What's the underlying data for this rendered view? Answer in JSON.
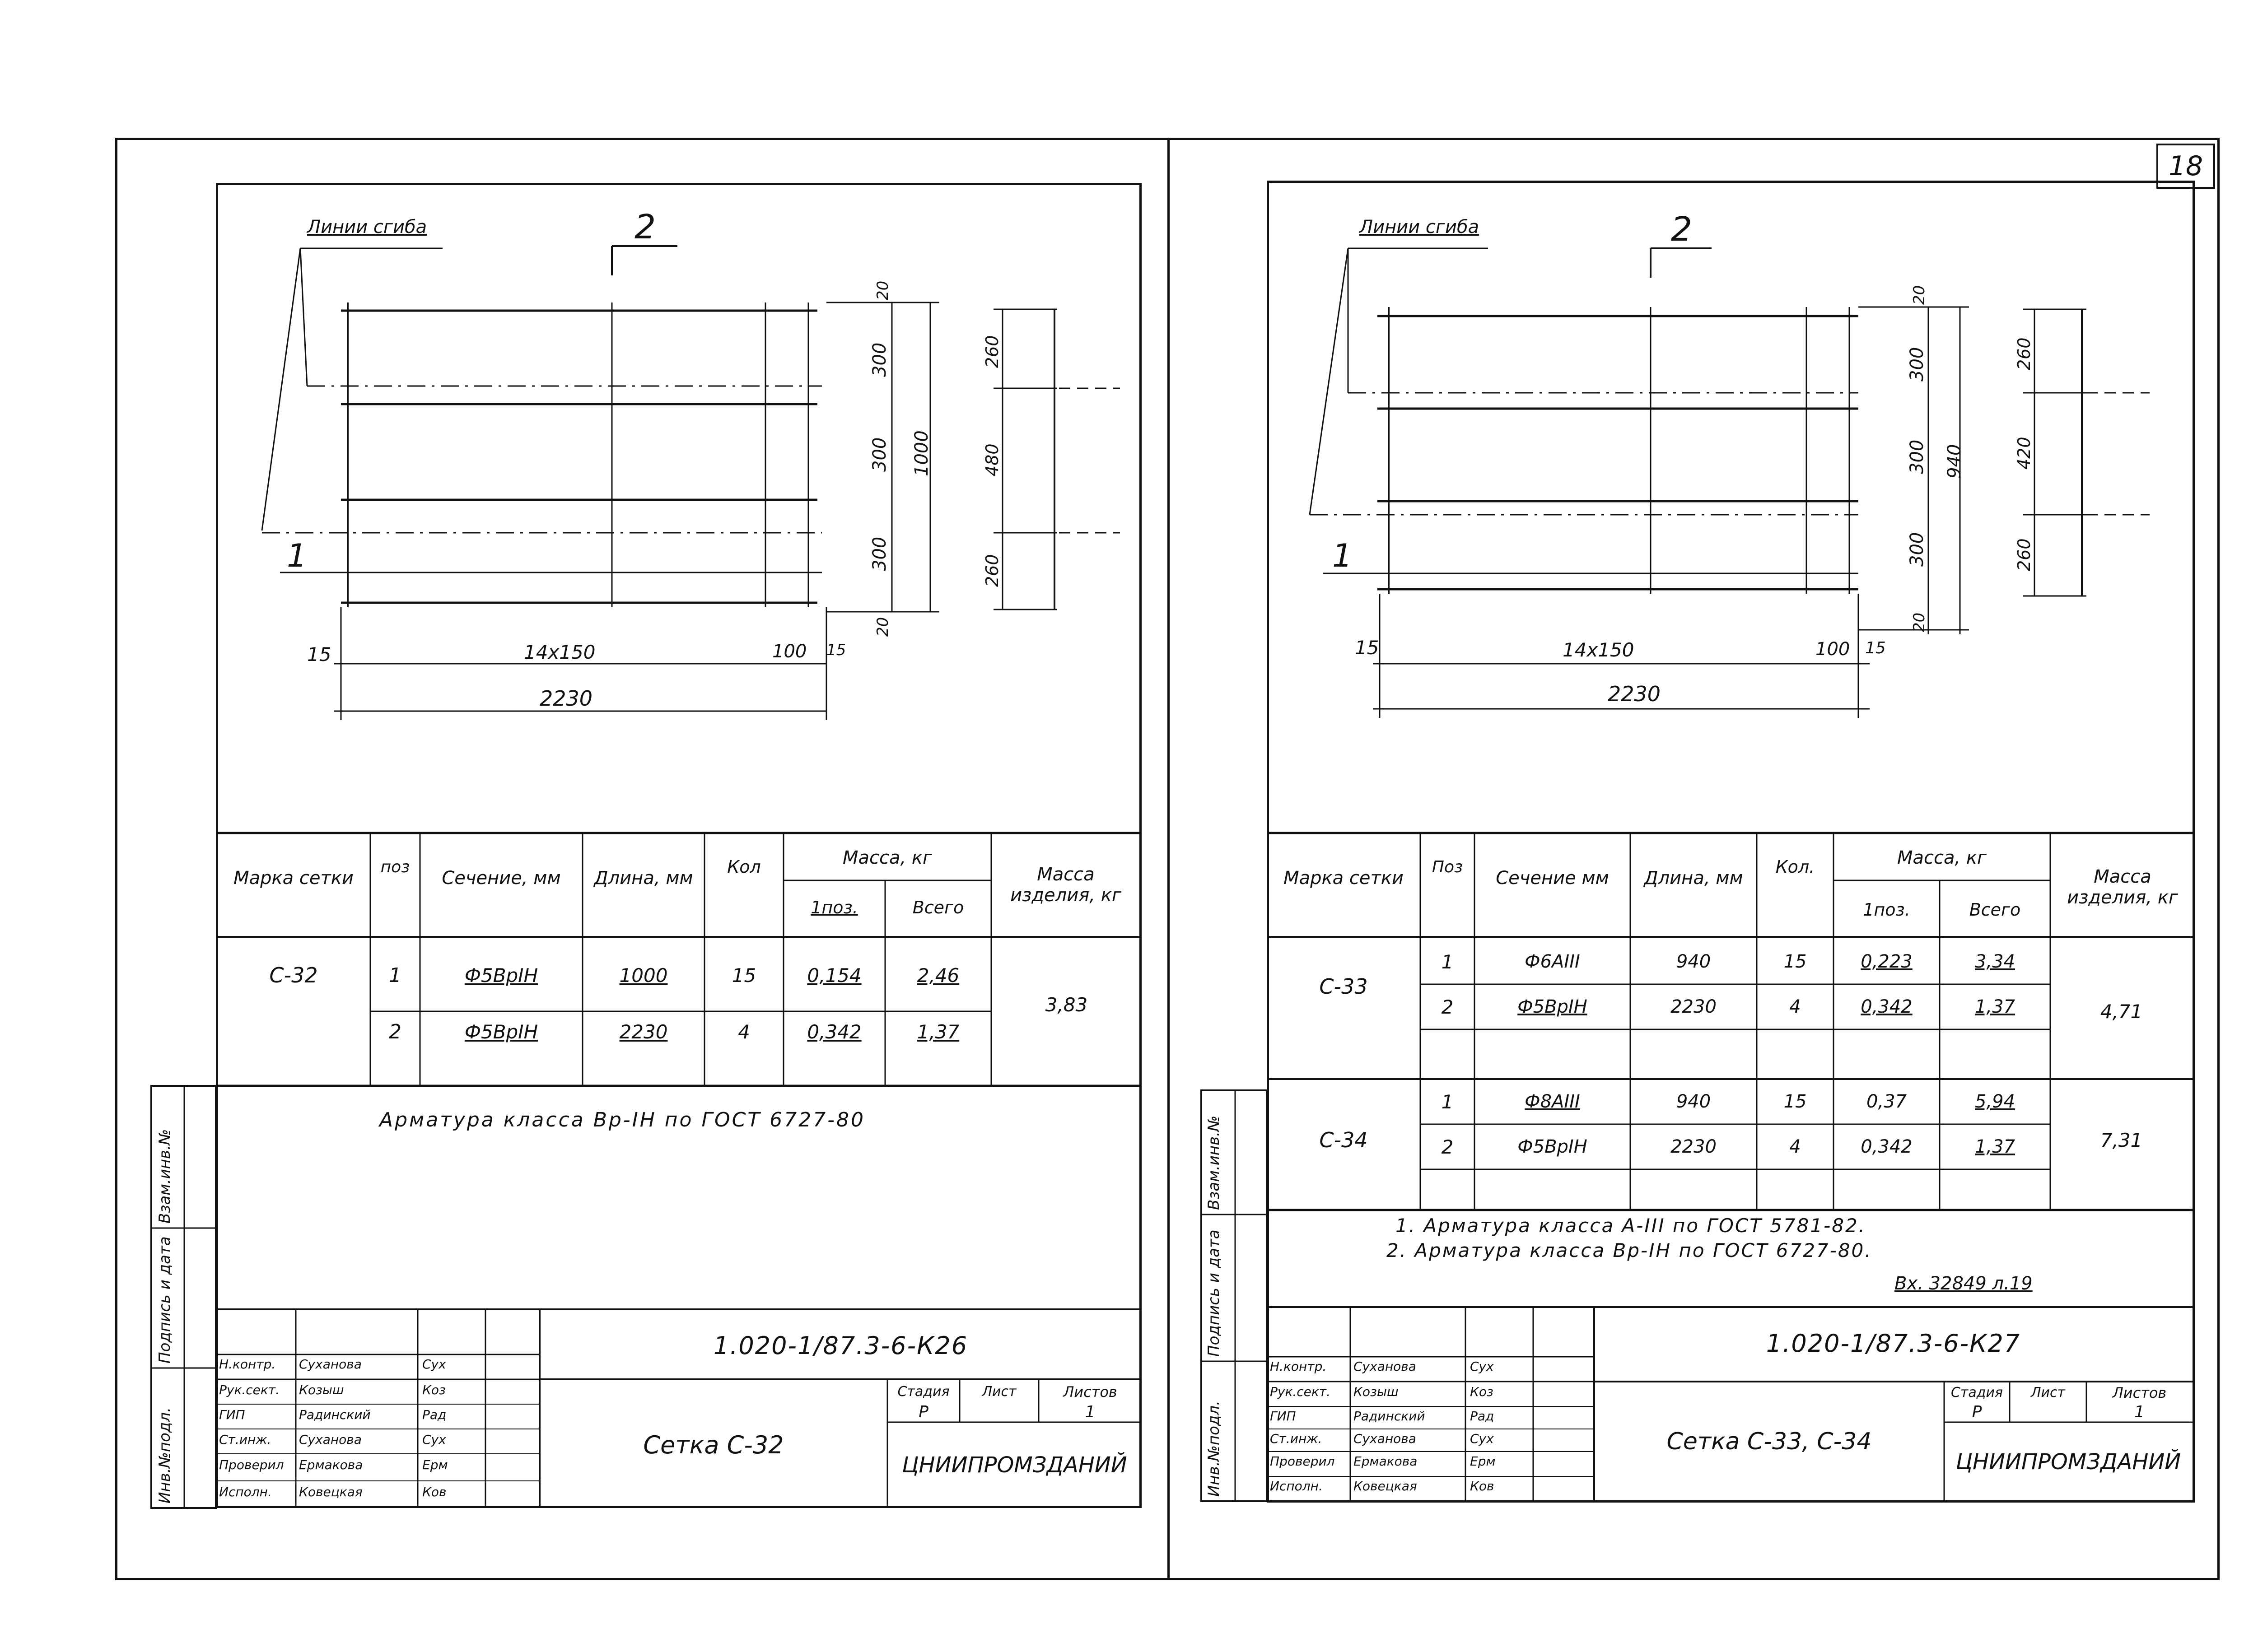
{
  "page_number": "18",
  "left": {
    "drawing": {
      "callout_bend_line": "Линии сгиба",
      "section_label": "2",
      "position_label": "1",
      "dim_15": "15",
      "dim_bar_spacing": "14x150",
      "dim_100": "100",
      "dim_15_right": "15",
      "dim_total_length": "2230",
      "dim_20_top": "20",
      "dim_300_a": "300",
      "dim_300_b": "300",
      "dim_300_c": "300",
      "dim_20_bottom": "20",
      "dim_total_width": "1000",
      "dim_section_260_top": "260",
      "dim_section_480": "480",
      "dim_section_260_bottom": "260"
    },
    "table": {
      "headers": {
        "mark": "Марка сетки",
        "pos": "поз",
        "section": "Сечение, мм",
        "length": "Длина, мм",
        "qty": "Кол",
        "mass": "Масса, кг",
        "mass_one": "1поз.",
        "mass_all": "Всего",
        "mass_item": "Масса изделия, кг"
      },
      "rows": [
        {
          "mark": "С-32",
          "pos": "1",
          "section": "Ф5ВрIН",
          "length": "1000",
          "qty": "15",
          "one": "0,154",
          "all": "2,46",
          "item": "3,83"
        },
        {
          "mark": "",
          "pos": "2",
          "section": "Ф5ВрIН",
          "length": "2230",
          "qty": "4",
          "one": "0,342",
          "all": "1,37",
          "item": ""
        }
      ]
    },
    "note": "Арматура класса Вр-IН по ГОСТ 6727-80",
    "side_labels": [
      "Инв.№подл.",
      "Подпись и дата",
      "Взам.инв.№"
    ],
    "title_block": {
      "code": "1.020-1/87.3-6-К26",
      "title": "Сетка С-32",
      "stage_header": "Стадия",
      "sheet_header": "Лист",
      "sheets_header": "Листов",
      "stage": "Р",
      "sheets": "1",
      "org": "ЦНИИПРОМЗДАНИЙ",
      "roles": [
        "Н.контр.",
        "Рук.сект.",
        "ГИП",
        "Ст.инж.",
        "Проверил",
        "Исполн."
      ],
      "names": [
        "Суханова",
        "Козыш",
        "Радинский",
        "Суханова",
        "Ермакова",
        "Ковецкая"
      ],
      "signatures": [
        "Сух",
        "Коз",
        "Рад",
        "Сух",
        "Ерм",
        "Ков"
      ]
    }
  },
  "right": {
    "drawing": {
      "callout_bend_line": "Линии сгиба",
      "section_label": "2",
      "position_label": "1",
      "dim_15": "15",
      "dim_bar_spacing": "14x150",
      "dim_100": "100",
      "dim_15_right": "15",
      "dim_total_length": "2230",
      "dim_20_top": "20",
      "dim_300_a": "300",
      "dim_300_b": "300",
      "dim_300_c": "300",
      "dim_20_bottom": "20",
      "dim_total_width": "940",
      "dim_section_260_top": "260",
      "dim_section_420": "420",
      "dim_section_260_bottom": "260"
    },
    "table": {
      "headers": {
        "mark": "Марка сетки",
        "pos": "Поз",
        "section": "Сечение мм",
        "length": "Длина, мм",
        "qty": "Кол.",
        "mass": "Масса, кг",
        "mass_one": "1поз.",
        "mass_all": "Всего",
        "mass_item": "Масса изделия, кг"
      },
      "rows": [
        {
          "mark": "С-33",
          "pos": "1",
          "section": "Ф6АIII",
          "length": "940",
          "qty": "15",
          "one": "0,223",
          "all": "3,34",
          "item": "4,71"
        },
        {
          "mark": "",
          "pos": "2",
          "section": "Ф5ВрIН",
          "length": "2230",
          "qty": "4",
          "one": "0,342",
          "all": "1,37",
          "item": ""
        },
        {
          "mark": "С-34",
          "pos": "1",
          "section": "Ф8АIII",
          "length": "940",
          "qty": "15",
          "one": "0,37",
          "all": "5,94",
          "item": "7,31"
        },
        {
          "mark": "",
          "pos": "2",
          "section": "Ф5ВрIН",
          "length": "2230",
          "qty": "4",
          "one": "0,342",
          "all": "1,37",
          "item": ""
        }
      ]
    },
    "notes": [
      "1. Арматура класса А-III по ГОСТ 5781-82.",
      "2. Арматура класса Вр-IН по ГОСТ 6727-80."
    ],
    "stamp_ref": "Вх. 32849 л.19",
    "side_labels": [
      "Инв.№подл.",
      "Подпись и дата",
      "Взам.инв.№"
    ],
    "title_block": {
      "code": "1.020-1/87.3-6-К27",
      "title": "Сетка С-33, С-34",
      "stage_header": "Стадия",
      "sheet_header": "Лист",
      "sheets_header": "Листов",
      "stage": "Р",
      "sheets": "1",
      "org": "ЦНИИПРОМЗДАНИЙ",
      "roles": [
        "Н.контр.",
        "Рук.сект.",
        "ГИП",
        "Ст.инж.",
        "Проверил",
        "Исполн."
      ],
      "names": [
        "Суханова",
        "Козыш",
        "Радинский",
        "Суханова",
        "Ермакова",
        "Ковецкая"
      ],
      "signatures": [
        "Сух",
        "Коз",
        "Рад",
        "Сух",
        "Ерм",
        "Ков"
      ]
    }
  }
}
